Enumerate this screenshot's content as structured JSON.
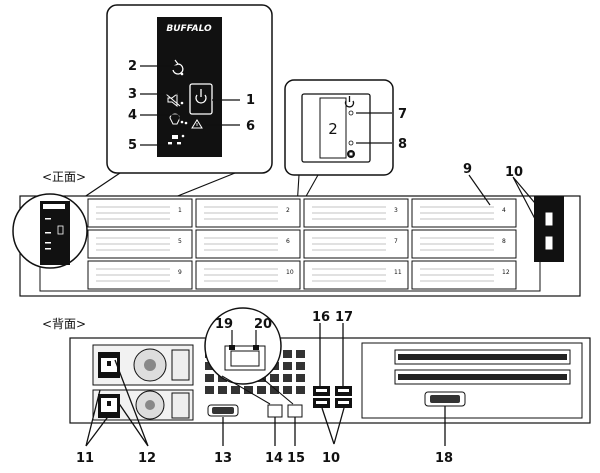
{
  "brand": "BUFFALO",
  "sections": {
    "front": "<正面>",
    "rear": "<背面>"
  },
  "front_zoom": {
    "bay_number": "2"
  },
  "callouts": {
    "c1": "1",
    "c2": "2",
    "c3": "3",
    "c4": "4",
    "c5": "5",
    "c6": "6",
    "c7": "7",
    "c8": "8",
    "c9": "9",
    "c10a": "10",
    "c10b": "10",
    "c11": "11",
    "c12": "12",
    "c13": "13",
    "c14": "14",
    "c15": "15",
    "c16": "16",
    "c17": "17",
    "c18": "18",
    "c19": "19",
    "c20": "20"
  },
  "drive_bays": [
    "1",
    "2",
    "3",
    "4",
    "5",
    "6",
    "7",
    "8",
    "9",
    "10",
    "11",
    "12"
  ],
  "icons": [
    "power-icon",
    "reset-icon",
    "mute-icon",
    "function-icon",
    "network-icon",
    "error-icon",
    "lock-icon",
    "usb-icon"
  ]
}
